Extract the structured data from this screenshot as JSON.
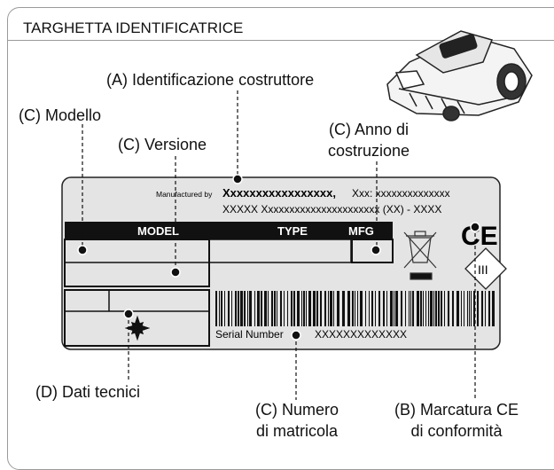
{
  "header": {
    "title": "TARGHETTA IDENTIFICATRICE"
  },
  "callouts": {
    "a_manufacturer": "(A) Identificazione costruttore",
    "c_model": "(C) Modello",
    "c_version": "(C) Versione",
    "c_year_line1": "(C) Anno di",
    "c_year_line2": "costruzione",
    "d_technical": "(D) Dati tecnici",
    "c_serial_line1": "(C) Numero",
    "c_serial_line2": "di matricola",
    "b_ce_line1": "(B) Marcatura CE",
    "b_ce_line2": "di conformità"
  },
  "plate": {
    "manufactured_by": "Manufactured by",
    "manufacturer_name": "Xxxxxxxxxxxxxxxxx,",
    "manufacturer_addr1": "Xxx: xxxxxxxxxxxxxx",
    "manufacturer_addr2": "XXXXX Xxxxxxxxxxxxxxxxxxxxxx (XX) - XXXX",
    "col_model": "MODEL",
    "col_type": "TYPE",
    "col_mfg": "MFG",
    "serial_label": "Serial Number",
    "serial_value": "XXXXXXXXXXXXX",
    "ce_mark": "CE",
    "class_mark": "III"
  },
  "icons": [
    "robot-mower-illustration",
    "crossed-bin-icon",
    "ce-mark-icon",
    "class-iii-diamond-icon",
    "fan-icon",
    "barcode-icon"
  ]
}
